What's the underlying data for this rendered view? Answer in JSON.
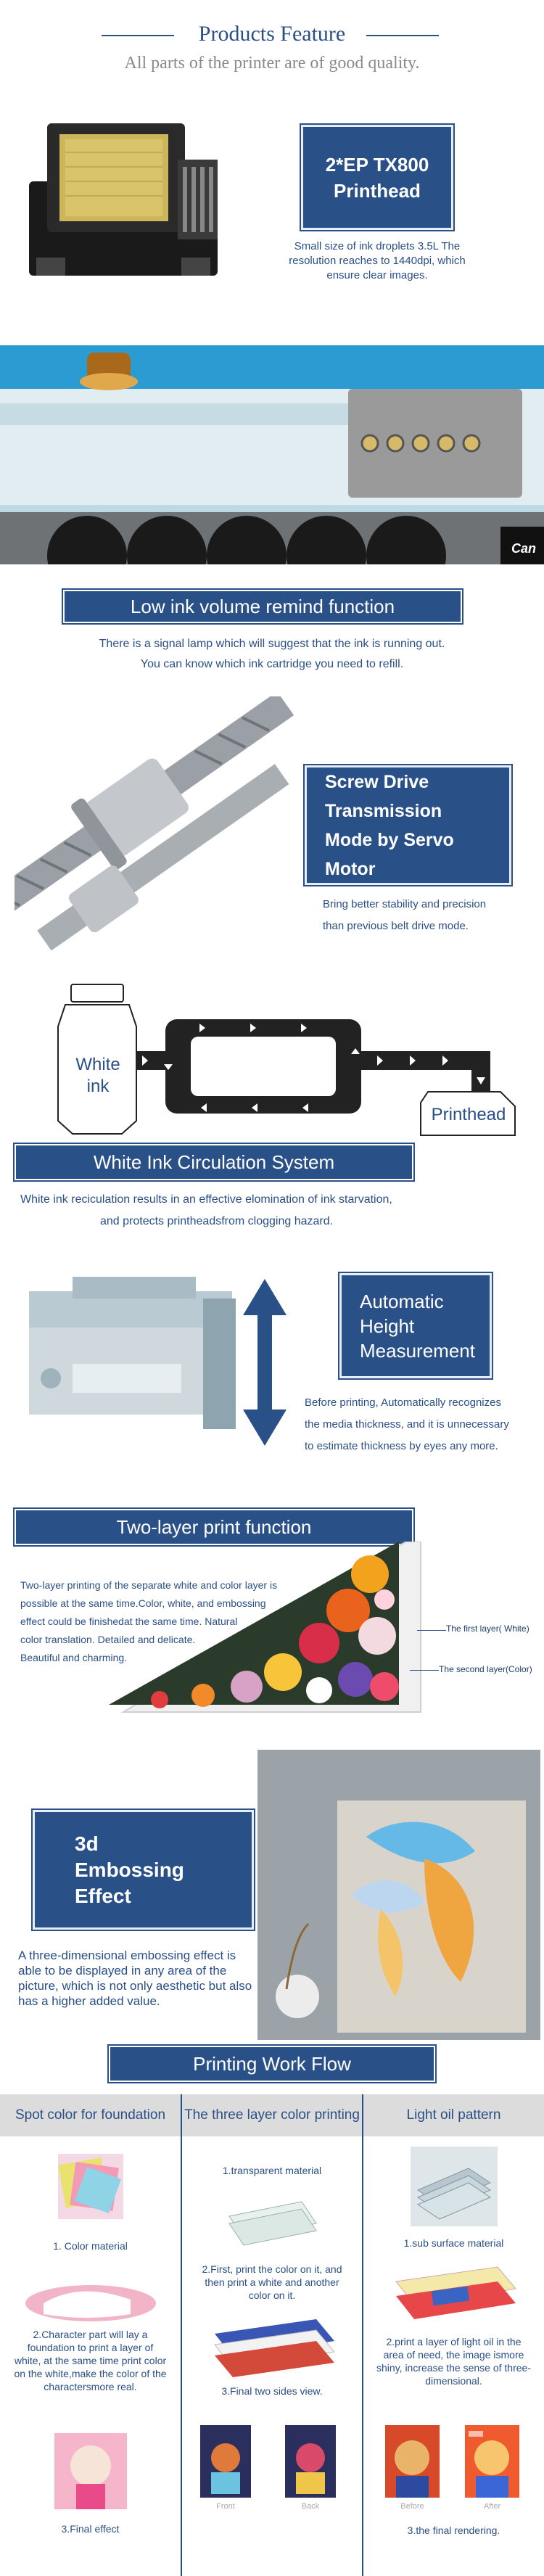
{
  "features": {
    "title": "Products Feature",
    "subtitle": "All parts of the printer are of good quality."
  },
  "printhead": {
    "badge": "2*EP TX800 Printhead",
    "desc": "Small size of ink droplets 3.5L The resolution reaches to 1440dpi, which ensure clear images."
  },
  "lamp": {
    "brand": "Can",
    "title": "Low ink volume remind function",
    "line1": "There is a signal lamp which will suggest that the ink is running out.",
    "line2": "You can know which ink cartridge you need to refill."
  },
  "screw": {
    "badge": "Screw Drive Transmission Mode by Servo Motor",
    "line1": "Bring better stability and precision",
    "line2": "than previous belt drive mode."
  },
  "white_ink": {
    "tank_label": "White ink",
    "printhead_label": "Printhead",
    "title": "White Ink Circulation System",
    "line1": "White ink reciculation results in an effective elomination of ink starvation,",
    "line2": "and protects printheadsfrom clogging hazard."
  },
  "height": {
    "badge": "Automatic Height Measurement",
    "line1": "Before printing, Automatically recognizes",
    "line2": "the media thickness, and it is unnecessary",
    "line3": "to estimate thickness by eyes any more."
  },
  "two_layer": {
    "title": "Two-layer print function",
    "p1": "Two-layer printing of the separate white and color layer is",
    "p2": "possible at the same time.Color, white, and embossing",
    "p3": "effect could be finishedat the same time. Natural",
    "p4": "color translation. Detailed and delicate.",
    "p5": "Beautiful and charming.",
    "layer1": "The first layer( White)",
    "layer2": "The second layer(Color)"
  },
  "embossing": {
    "badge": "3d Embossing Effect",
    "desc": "A three-dimensional embossing effect is able to be displayed in any area of the picture, which is not only aesthetic but also has a higher added value."
  },
  "workflow": {
    "title": "Printing Work Flow",
    "col1": {
      "head": "Spot color for foundation",
      "s1": "1. Color material",
      "s2": "2.Character part will lay a foundation to print a layer of white, at the same time print color on the white,make the color of the charactersmore real.",
      "s3": "3.Final effect"
    },
    "col2": {
      "head": "The three layer color printing",
      "s1": "1.transparent material",
      "s2": "2.First, print the color on it, and then print a white and another color on it.",
      "s3": "3.Final two sides view.",
      "front": "Front",
      "back": "Back"
    },
    "col3": {
      "head": "Light oil pattern",
      "s1": "1.sub surface material",
      "s2": "2.print a layer of light oil in the area of need, the image ismore shiny, increase the sense of three-dimensional.",
      "s3": "3.the final rendering.",
      "before": "Before",
      "after": "After"
    }
  }
}
